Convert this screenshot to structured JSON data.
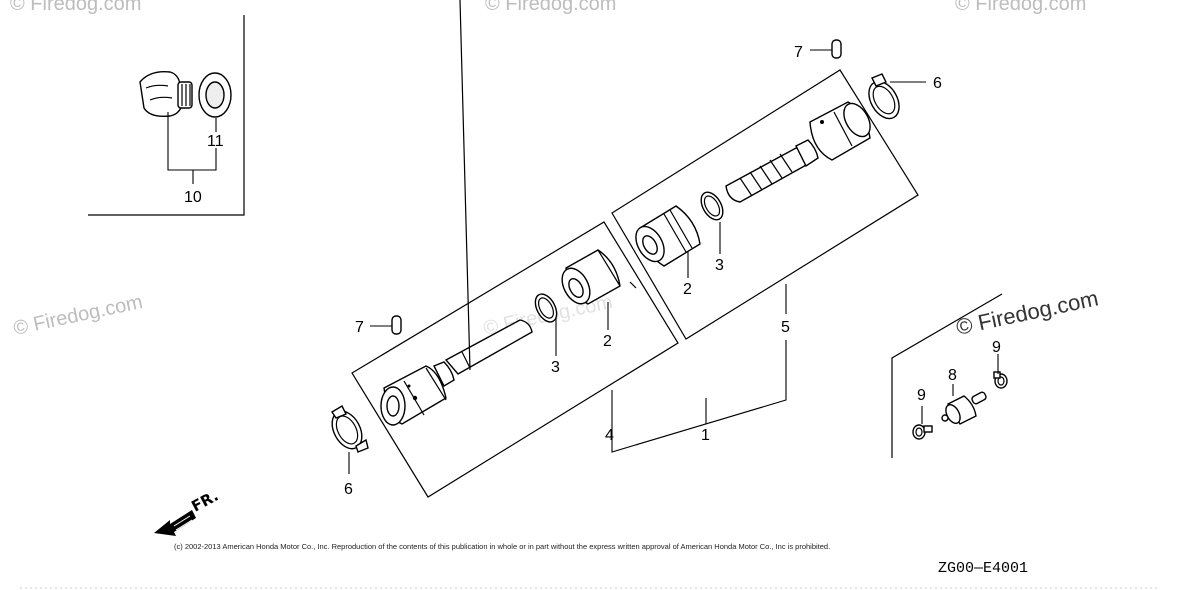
{
  "diagram": {
    "callouts": {
      "c1": "1",
      "c2a": "2",
      "c2b": "2",
      "c3a": "3",
      "c3b": "3",
      "c4": "4",
      "c5": "5",
      "c6a": "6",
      "c6b": "6",
      "c7a": "7",
      "c7b": "7",
      "c8": "8",
      "c9a": "9",
      "c9b": "9",
      "c10": "10",
      "c11": "11"
    },
    "direction_label": "FR.",
    "diagram_code": "ZG00—E4001",
    "copyright": "(c) 2002-2013 American Honda Motor Co., Inc. Reproduction of the contents of this publication in whole or in part without the express written approval of American Honda Motor Co., Inc is prohibited.",
    "watermarks": {
      "w1": "© Firedog.com",
      "w2": "© Firedog.com",
      "w3": "© Firedog.com",
      "w4": "© Firedog.com",
      "w5": "© Firedog.com",
      "w6": "© Firedog.com"
    }
  }
}
